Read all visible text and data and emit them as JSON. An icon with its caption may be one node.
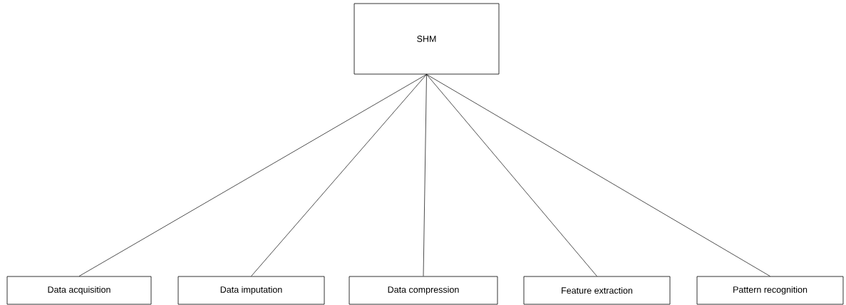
{
  "diagram": {
    "nodes": [
      {
        "text": [
          "SHM"
        ]
      },
      {
        "text": [
          "Data acquisition"
        ]
      },
      {
        "text": [
          "Data imputation"
        ]
      },
      {
        "text": [
          "Data compression"
        ]
      },
      {
        "text": [
          "Feature extraction"
        ]
      },
      {
        "text": [
          "Pattern recognition"
        ]
      }
    ],
    "edges": [
      {
        "from": 0,
        "to": 1,
        "arrow": "none"
      },
      {
        "from": 0,
        "to": 2,
        "arrow": "none"
      },
      {
        "from": 0,
        "to": 3,
        "arrow": "none"
      },
      {
        "from": 0,
        "to": 4,
        "arrow": "none"
      },
      {
        "from": 0,
        "to": 5,
        "arrow": "none"
      }
    ]
  }
}
